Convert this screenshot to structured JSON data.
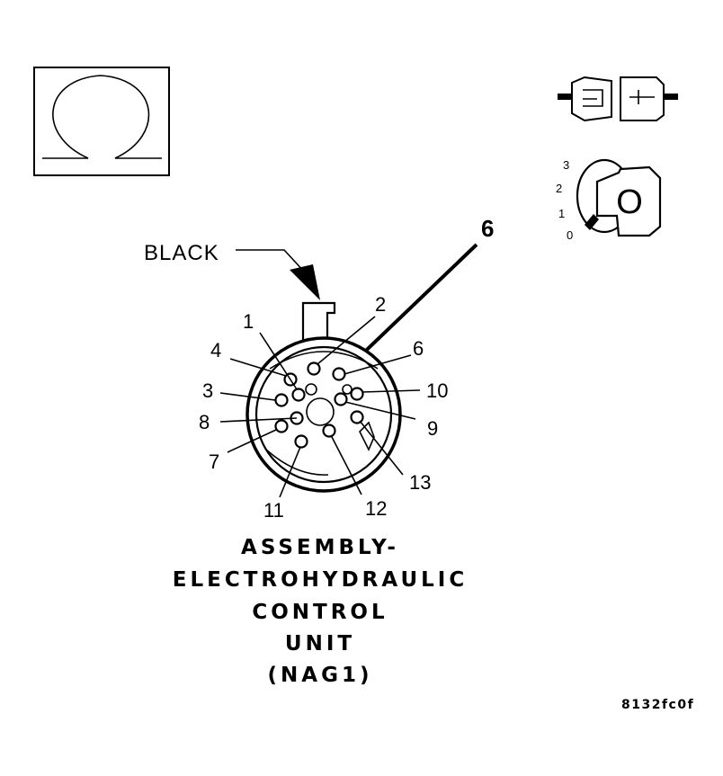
{
  "connector": {
    "color_label": "BLACK",
    "test_pin_callout": "6",
    "pins": [
      {
        "label": "1"
      },
      {
        "label": "2"
      },
      {
        "label": "3"
      },
      {
        "label": "4"
      },
      {
        "label": "6"
      },
      {
        "label": "7"
      },
      {
        "label": "8"
      },
      {
        "label": "9"
      },
      {
        "label": "10"
      },
      {
        "label": "11"
      },
      {
        "label": "12"
      },
      {
        "label": "13"
      }
    ]
  },
  "ignition_switch": {
    "positions": [
      "3",
      "2",
      "1",
      "0"
    ],
    "key_glyph": "O"
  },
  "title": {
    "lines": [
      "ASSEMBLY-",
      "ELECTROHYDRAULIC",
      "CONTROL",
      "UNIT",
      "(NAG1)"
    ]
  },
  "figure_code": "8132fc0f",
  "icons": {
    "meter": "ohm-icon",
    "connector": "disconnected-connector-icon",
    "switch": "ignition-key-icon"
  }
}
